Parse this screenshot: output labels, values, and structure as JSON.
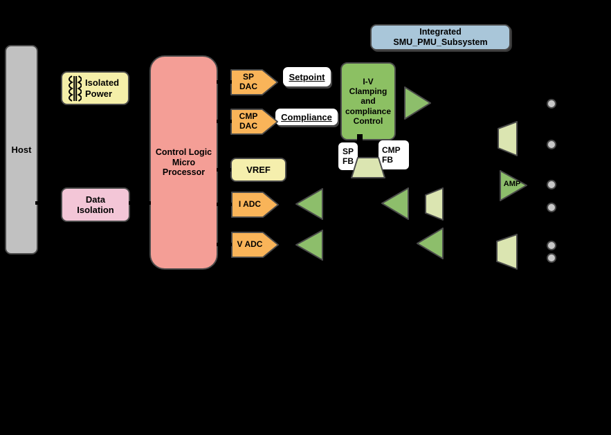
{
  "diagram": {
    "title": "Integrated SMU_PMU_Subsystem",
    "blocks": {
      "host": "Host",
      "isolated_power": "Isolated\nPower",
      "data_isolation": "Data\nIsolation",
      "control_logic": "Control Logic\nMicro Processor",
      "sp_dac": "SP\nDAC",
      "cmp_dac": "CMP\nDAC",
      "vref": "VREF",
      "i_adc": "I ADC",
      "v_adc": "V ADC",
      "iv_control": "I-V\nClamping and\ncompliance\nControl",
      "sp_fb": "SP\nFB",
      "cmp_fb": "CMP\nFB",
      "amp": "AMP"
    },
    "callouts": {
      "setpoint": "Setpoint",
      "compliance": "Compliance"
    },
    "colors": {
      "background": "#000000",
      "host": "#c1c1c1",
      "isolated_power": "#f5efa9",
      "data_isolation": "#f3c6d7",
      "control_logic": "#f49e96",
      "converter": "#f9b459",
      "vref": "#f5efad",
      "subsystem": "#a9c6d9",
      "iv_control": "#8cc063",
      "amp_dark": "#8dbe6b",
      "amp_light": "#dbe5b1",
      "pin": "#c8c8c8",
      "outline": "#4a4a4a",
      "callout_bg": "#ffffff"
    }
  }
}
